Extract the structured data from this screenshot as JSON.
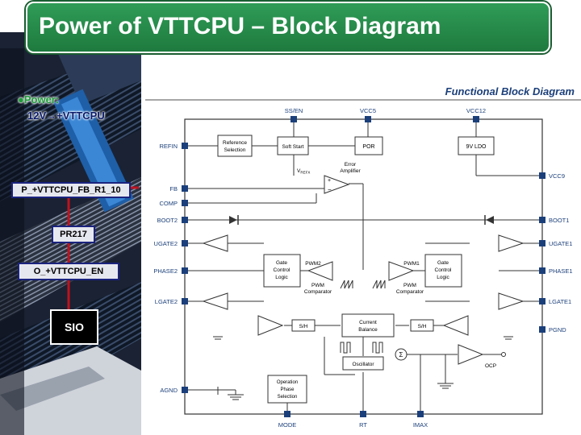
{
  "title": "Power of VTTCPU – Block Diagram",
  "annotations": {
    "power_bullet": "●Power:",
    "power_rail": "12V→+VTTCPU"
  },
  "net_labels": {
    "feedback": "P_+VTTCPU_FB_R1_10",
    "resistor": "PR217",
    "output": "O_+VTTCPU_EN",
    "controller": "SIO"
  },
  "diagram": {
    "heading": "Functional Block Diagram",
    "pins_top": [
      "SS/EN",
      "VCC5",
      "VCC12"
    ],
    "pins_left": [
      "REFIN",
      "FB",
      "COMP",
      "BOOT2",
      "UGATE2",
      "PHASE2",
      "LGATE2",
      "AGND"
    ],
    "pins_right": [
      "VCC9",
      "BOOT1",
      "UGATE1",
      "PHASE1",
      "LGATE1",
      "PGND"
    ],
    "pins_bottom": [
      "MODE",
      "RT",
      "IMAX"
    ],
    "blocks": {
      "reference": [
        "Reference",
        "Selection"
      ],
      "soft_start": "Soft Start",
      "por": "POR",
      "ldo": "9V LDO",
      "error_amp": [
        "Error",
        "Amplifier"
      ],
      "vrefx": "V",
      "vrefx_sub": "REFX",
      "gate_left": [
        "Gate",
        "Control",
        "Logic"
      ],
      "gate_right": [
        "Gate",
        "Control",
        "Logic"
      ],
      "pwm2": "PWM2",
      "pwm1": "PWM1",
      "pwm_comp_left": [
        "PWM",
        "Comparator"
      ],
      "pwm_comp_right": [
        "PWM",
        "Comparator"
      ],
      "current_balance": [
        "Current",
        "Balance"
      ],
      "oscillator": "Oscillator",
      "sh_left": "S/H",
      "sh_right": "S/H",
      "ocp": "OCP",
      "sum": "Σ",
      "op_phase": [
        "Operation",
        "Phase",
        "Selection"
      ]
    }
  },
  "colors": {
    "title_bg": "#1e7a3e",
    "pin_fill": "#1b3f7a",
    "wire": "#333333",
    "heading": "#1b3f7a",
    "label_box_border": "#1a237e",
    "link_line": "#c1121f"
  }
}
